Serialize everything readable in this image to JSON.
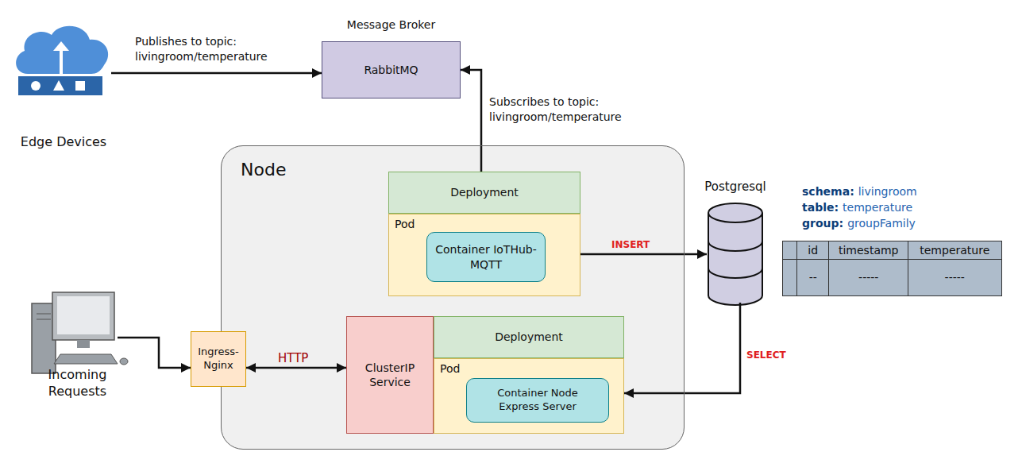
{
  "diagram": {
    "nodes": [
      {
        "text": [
          "Edge Devices"
        ]
      },
      {
        "text": [
          "Message Broker",
          "RabbitMQ"
        ]
      },
      {
        "text": [
          "Node"
        ]
      },
      {
        "text": [
          "Deployment"
        ],
        "in": 2
      },
      {
        "text": [
          "Pod"
        ],
        "in": 2
      },
      {
        "text": [
          "Container IoTHub-MQTT"
        ],
        "in": 4
      },
      {
        "text": [
          "Postgresql"
        ]
      },
      {
        "text": [
          "Incoming Requests"
        ]
      },
      {
        "text": [
          "Ingress-Nginx"
        ]
      },
      {
        "text": [
          "ClusterIP Service"
        ],
        "in": 2
      },
      {
        "text": [
          "Deployment"
        ],
        "in": 2
      },
      {
        "text": [
          "Pod"
        ],
        "in": 2
      },
      {
        "text": [
          "Container Node Express Server"
        ],
        "in": 11
      }
    ],
    "edges": [
      {
        "from": 0,
        "to": 1,
        "arrow": "to",
        "label": "Publishes to topic: livingroom/temperature"
      },
      {
        "from": 3,
        "to": 1,
        "arrow": "to",
        "label": "Subscribes to topic: livingroom/temperature"
      },
      {
        "from": 4,
        "to": 6,
        "arrow": "to",
        "label": "INSERT"
      },
      {
        "from": 6,
        "to": 11,
        "arrow": "to",
        "label": "SELECT"
      },
      {
        "from": 7,
        "to": 8,
        "arrow": "to"
      },
      {
        "from": 8,
        "to": 9,
        "arrow": "both",
        "label": "HTTP"
      }
    ],
    "labels": [
      "schema:",
      "livingroom",
      "table:",
      "temperature",
      "group:",
      "groupFamily",
      "id",
      "timestamp",
      "temperature",
      "--",
      "-----",
      "-----"
    ]
  }
}
